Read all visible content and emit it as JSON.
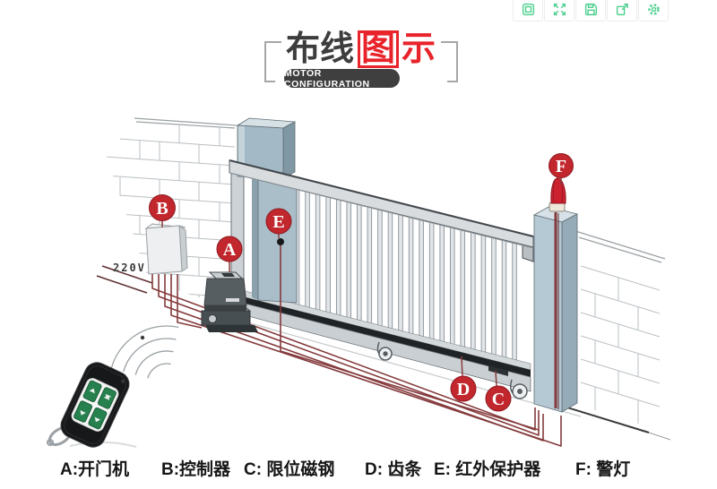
{
  "toolbar": {
    "buttons": [
      {
        "icon": "window"
      },
      {
        "icon": "fullscreen-expand"
      },
      {
        "icon": "save"
      },
      {
        "icon": "share-export"
      },
      {
        "icon": "settings-gear"
      }
    ]
  },
  "title": {
    "dark_text": "布线",
    "boxed_char": "图",
    "red_char": "示",
    "subtitle": "MOTOR CONFIGURATION"
  },
  "diagram": {
    "voltage": "220V",
    "labels": {
      "a": "A",
      "b": "B",
      "c": "C",
      "d": "D",
      "e": "E",
      "f": "F"
    }
  },
  "legend": {
    "items": [
      "A:开门机",
      "B:控制器",
      "C: 限位磁钢",
      "D: 齿条",
      "E: 红外保护器",
      "F: 警灯"
    ]
  },
  "colors": {
    "accent_green": "#53d192",
    "label_red": "#c1272d",
    "title_red": "#e8232a",
    "title_dark": "#3f3f3f",
    "wire_red": "#843a3c",
    "pillar_blue": "#b5c9d4",
    "alarm_red": "#cd2130"
  }
}
